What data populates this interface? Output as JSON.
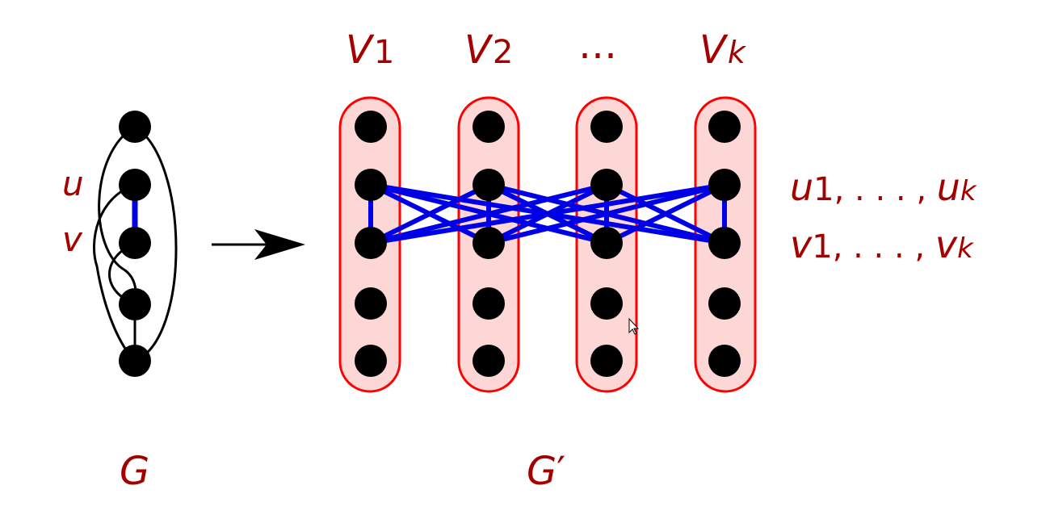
{
  "labels": {
    "u": "u",
    "v": "v",
    "graph_G": "G",
    "graph_G_prime_base": "G",
    "graph_G_prime_mark": "′",
    "col1_letter": "V",
    "col1_sub": "1",
    "col2_letter": "V",
    "col2_sub": "2",
    "col3_dots": "…",
    "colk_letter": "V",
    "colk_sub": "k",
    "u_list": {
      "a": "u",
      "a_sub": "1",
      "mid": ", . . . , ",
      "b": "u",
      "b_sub": "k"
    },
    "v_list": {
      "a": "v",
      "a_sub": "1",
      "mid": ", . . . , ",
      "b": "v",
      "b_sub": "k"
    }
  },
  "colors": {
    "label": "#a50000",
    "node": "#000000",
    "edge_black": "#000000",
    "edge_blue": "#0000e6",
    "group_fill": "#fdd6d6",
    "group_stroke": "#ff0000"
  },
  "graph_G": {
    "nodes": 5,
    "highlighted_edge": [
      1,
      2
    ]
  },
  "graph_G_prime": {
    "groups": 4,
    "nodes_per_group": 5,
    "highlighted_rows": [
      1,
      2
    ]
  }
}
